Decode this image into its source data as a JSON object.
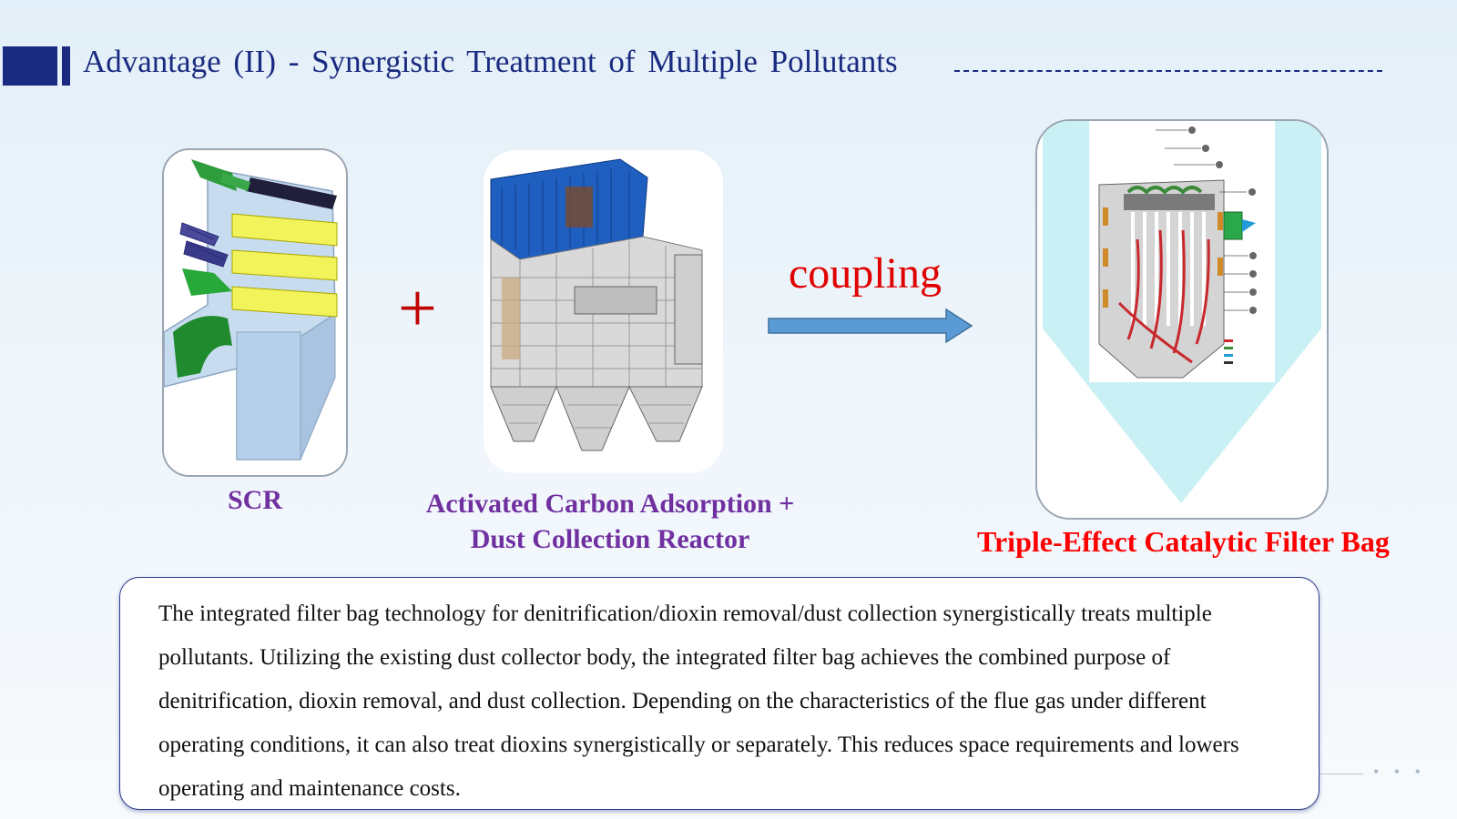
{
  "header": {
    "title": "Advantage (II) - Synergistic Treatment of Multiple Pollutants"
  },
  "figures": {
    "scr": {
      "caption": "SCR"
    },
    "reactor": {
      "caption_line1": "Activated Carbon Adsorption +",
      "caption_line2": "Dust Collection Reactor"
    },
    "plus_symbol": "+",
    "coupling_label": "coupling",
    "filter_bag": {
      "caption": "Triple-Effect Catalytic Filter Bag"
    }
  },
  "description": {
    "text": "The integrated filter bag technology for denitrification/dioxin removal/dust collection synergistically treats multiple pollutants. Utilizing the existing dust collector body, the integrated filter bag achieves the combined purpose of denitrification, dioxin removal, and dust collection. Depending on the characteristics of the flue gas under different operating conditions, it can also treat dioxins synergistically or separately. This reduces space requirements and lowers operating and maintenance costs."
  },
  "footer": {
    "dots": "• • •"
  },
  "colors": {
    "title": "#1a2a80",
    "caption_purple": "#7030a0",
    "caption_red": "#ff0000",
    "coupling_red": "#e00000",
    "arrow_fill": "#5b9bd5"
  }
}
